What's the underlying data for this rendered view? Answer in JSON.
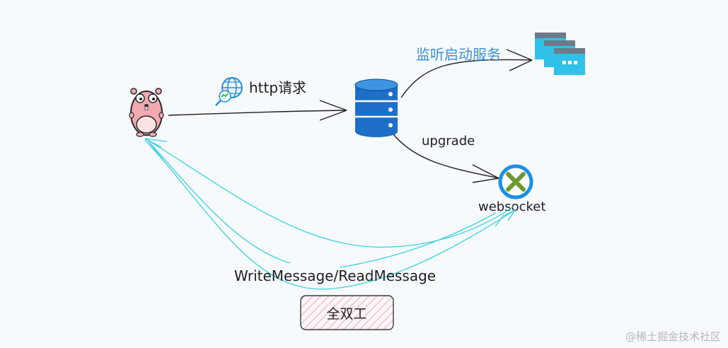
{
  "labels": {
    "http_request": "http请求",
    "listen_start": "监听启动服务",
    "upgrade": "upgrade",
    "websocket": "websocket",
    "write_read": "WriteMessage/ReadMessage",
    "full_duplex": "全双工"
  },
  "watermark": "@稀土掘金技术社区",
  "colors": {
    "background": "#f6fafd",
    "arrow": "#1f1f1f",
    "duplex_arrow": "#3fd0e4",
    "database": "#1d6fc7",
    "server": "#2fc1e8",
    "websocket_ring": "#1a8fe3",
    "websocket_x": "#6a9a2f",
    "duplex_box_border": "#d57a8d"
  },
  "icons": [
    "gopher-icon",
    "globe-icon",
    "database-icon",
    "server-stack-icon",
    "websocket-icon"
  ]
}
